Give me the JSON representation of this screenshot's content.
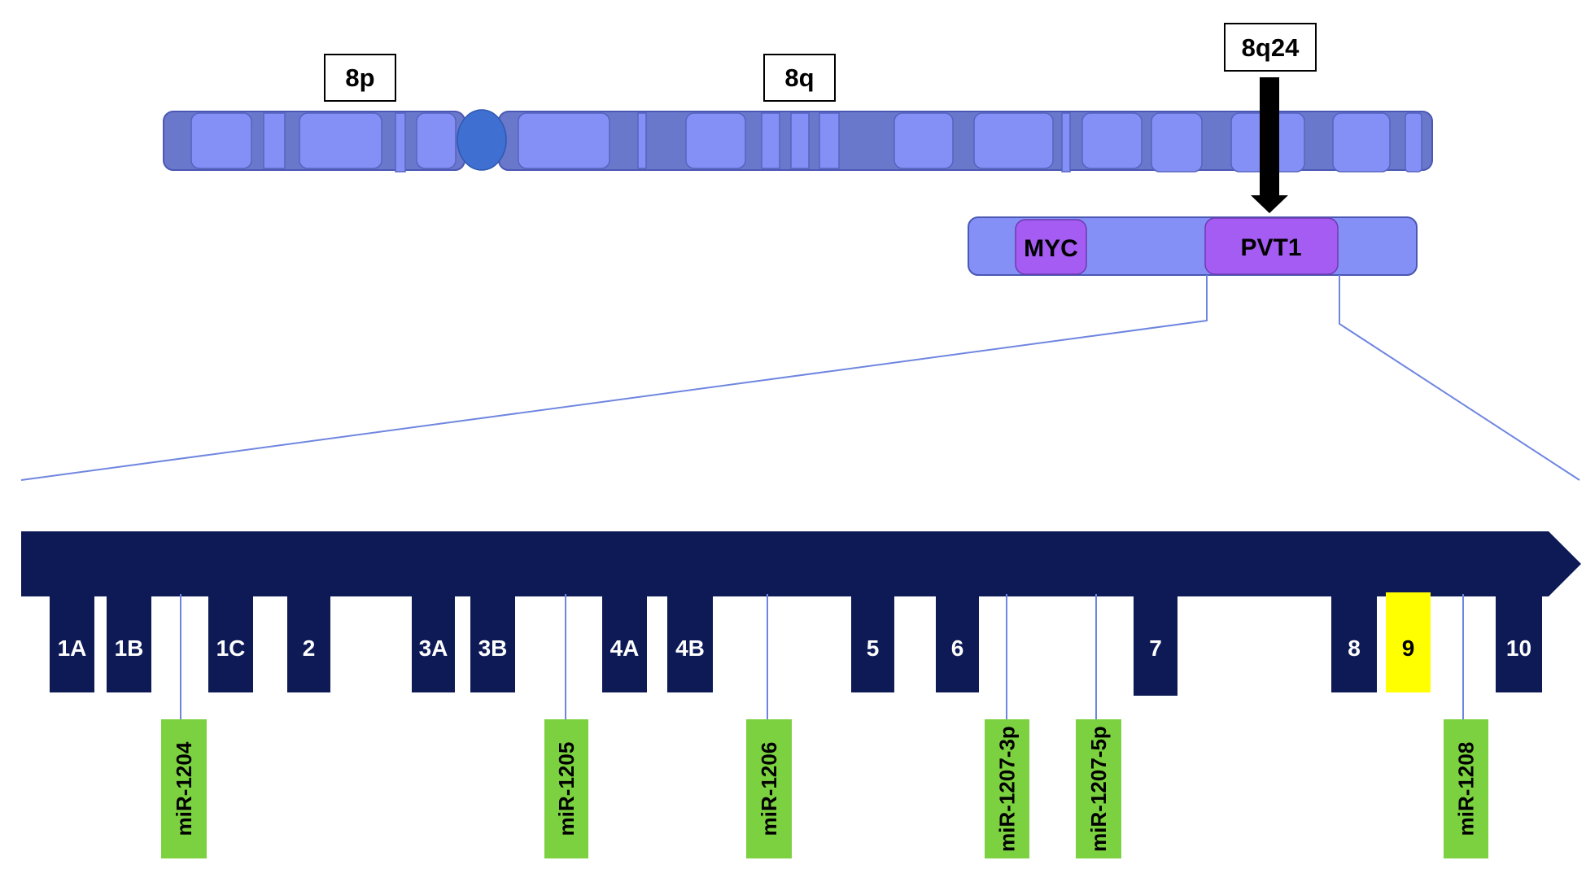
{
  "arm_labels": {
    "p": "8p",
    "q": "8q",
    "locus": "8q24"
  },
  "genes": {
    "myc": "MYC",
    "pvt1": "PVT1"
  },
  "exons": [
    "1A",
    "1B",
    "1C",
    "2",
    "3A",
    "3B",
    "4A",
    "4B",
    "5",
    "6",
    "7",
    "8",
    "9",
    "10"
  ],
  "highlighted_exon": "9",
  "mirnas": [
    "miR-1204",
    "miR-1205",
    "miR-1206",
    "miR-1207-3p",
    "miR-1207-5p",
    "miR-1208"
  ],
  "colors": {
    "chromosome_dark": "#6a78cc",
    "chromosome_light": "#8490f5",
    "centromere": "#3f6fd1",
    "gene_box": "#a45cf2",
    "exon": "#0d1a56",
    "exon_highlight": "#ffff00",
    "mirna": "#7bd13f",
    "connector": "#6f86e0"
  }
}
